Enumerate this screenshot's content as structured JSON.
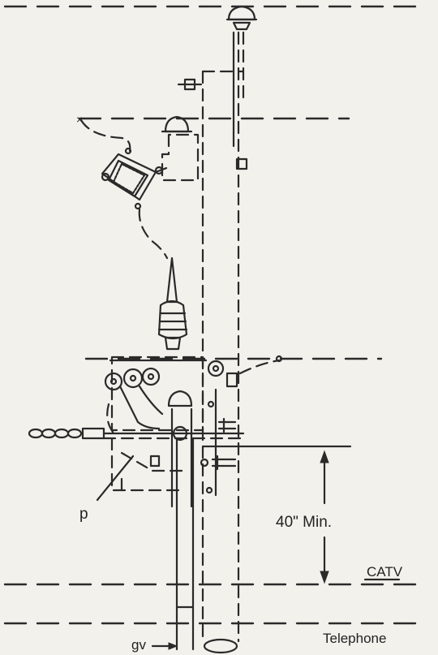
{
  "labels": {
    "p": "p",
    "clearance": "40\" Min.",
    "catv": "CATV",
    "telephone": "Telephone",
    "gv": "gv"
  }
}
